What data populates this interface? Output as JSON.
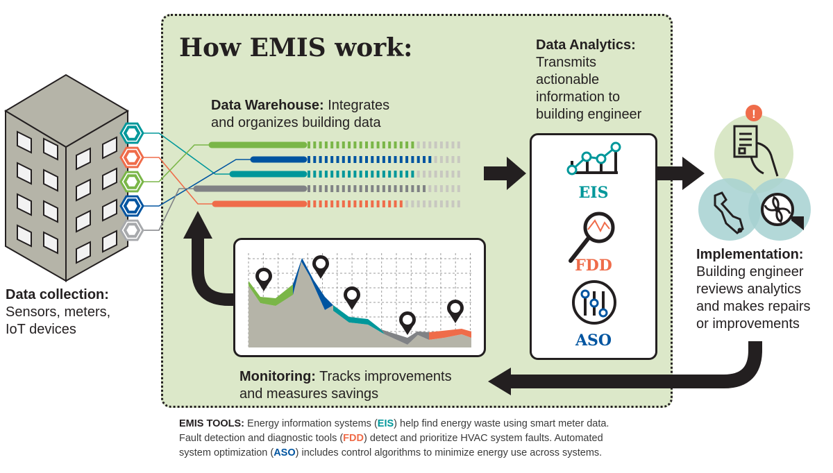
{
  "title": "How EMIS work:",
  "data_collection": {
    "heading": "Data collection:",
    "body_lines": [
      "Sensors, meters,",
      "IoT devices"
    ]
  },
  "data_warehouse": {
    "heading": "Data Warehouse:",
    "body_first": " Integrates",
    "body_second": "and organizes building data"
  },
  "data_analytics": {
    "heading": "Data Analytics:",
    "body_lines": [
      "Transmits",
      "actionable",
      "information to",
      "building engineer"
    ]
  },
  "implementation": {
    "heading": "Implementation:",
    "body_lines": [
      "Building engineer",
      "reviews analytics",
      "and makes repairs",
      "or improvements"
    ]
  },
  "monitoring": {
    "heading": "Monitoring:",
    "body_first": " Tracks improvements",
    "body_second": "and measures savings"
  },
  "tools": [
    {
      "name": "EIS",
      "icon": "line-bar-chart-icon",
      "color": "#00979a"
    },
    {
      "name": "FDD",
      "icon": "magnifier-chart-icon",
      "color": "#ef6c4a"
    },
    {
      "name": "ASO",
      "icon": "sliders-icon",
      "color": "#0054a0"
    }
  ],
  "emis_tools_note": {
    "heading": "EMIS TOOLS:",
    "line1_a": " Energy information systems (",
    "line1_b": "EIS",
    "line1_c": ") help find energy waste using smart meter data.",
    "line2_a": "Fault detection and diagnostic tools (",
    "line2_b": "FDD",
    "line2_c": ") detect and prioritize HVAC system faults. Automated",
    "line3_a": "system optimization (",
    "line3_b": "ASO",
    "line3_c": ") includes control algorithms to minimize energy use across systems."
  },
  "streams": [
    {
      "color": "#7ab648",
      "solid_dashes": 19
    },
    {
      "color": "#0054a0",
      "solid_dashes": 22
    },
    {
      "color": "#00979a",
      "solid_dashes": 19
    },
    {
      "color": "#808285",
      "solid_dashes": 21
    },
    {
      "color": "#ef6c4a",
      "solid_dashes": 17
    }
  ],
  "sensors": [
    {
      "color": "#00979a"
    },
    {
      "color": "#ef6c4a"
    },
    {
      "color": "#7ab648"
    },
    {
      "color": "#0054a0"
    },
    {
      "color": "#a7a9ac"
    }
  ],
  "implementation_icons": [
    "alert-icon",
    "checklist-hand-icon",
    "wrench-hand-icon",
    "fan-icon"
  ],
  "colors": {
    "panel": "#dce8c9",
    "ink": "#231f20",
    "building": "#b5b4a8"
  }
}
